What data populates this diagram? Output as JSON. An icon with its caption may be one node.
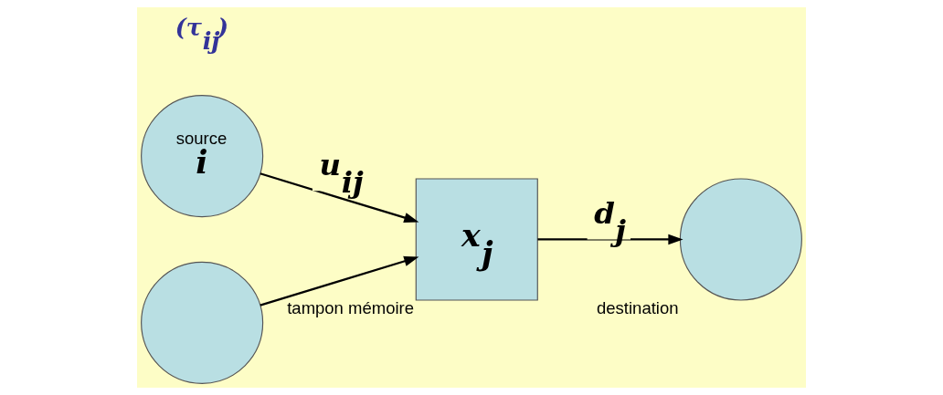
{
  "diagram": {
    "nodes": [
      {
        "text": [
          "source",
          "i"
        ]
      },
      {
        "text": [],
        "shape": "circle"
      },
      {
        "text": [
          "tampon mémoire",
          "x$_{j}$"
        ]
      },
      {
        "text": [
          "destination"
        ]
      }
    ],
    "edges": [
      {
        "from": 0,
        "to": 2,
        "arrow": "to",
        "label": "u$_{ij}$"
      },
      {
        "from": 1,
        "to": 2,
        "arrow": "to"
      },
      {
        "from": 2,
        "to": 3,
        "arrow": "to",
        "label": "d$_{j}$"
      }
    ],
    "labels": [
      "(τ$_{ij}$)"
    ]
  }
}
